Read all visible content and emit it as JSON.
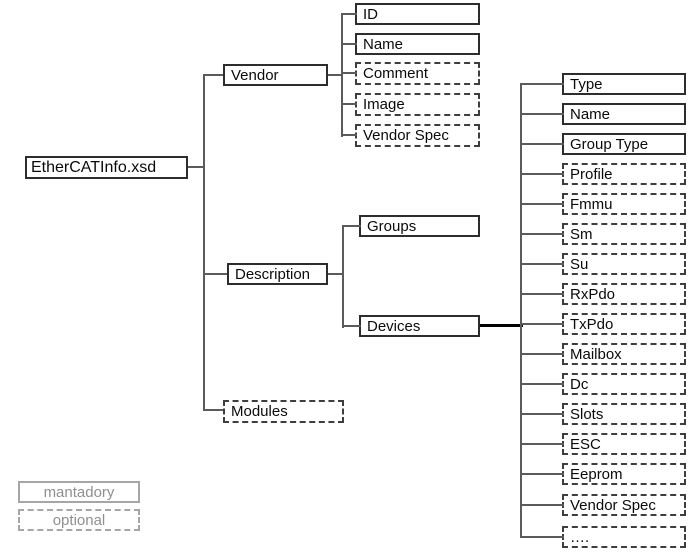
{
  "diagram": {
    "root": {
      "label": "EtherCATInfo.xsd",
      "style": "mandatory"
    },
    "level1": {
      "vendor": {
        "label": "Vendor",
        "style": "mandatory"
      },
      "description": {
        "label": "Description",
        "style": "mandatory"
      },
      "modules": {
        "label": "Modules",
        "style": "optional"
      }
    },
    "vendor_children": [
      {
        "label": "ID",
        "style": "mandatory"
      },
      {
        "label": "Name",
        "style": "mandatory"
      },
      {
        "label": "Comment",
        "style": "optional"
      },
      {
        "label": "Image",
        "style": "optional"
      },
      {
        "label": "Vendor Spec",
        "style": "optional"
      }
    ],
    "description_children": [
      {
        "label": "Groups",
        "style": "mandatory"
      },
      {
        "label": "Devices",
        "style": "mandatory"
      }
    ],
    "devices_children": [
      {
        "label": "Type",
        "style": "mandatory"
      },
      {
        "label": "Name",
        "style": "mandatory"
      },
      {
        "label": "Group Type",
        "style": "mandatory"
      },
      {
        "label": "Profile",
        "style": "optional"
      },
      {
        "label": "Fmmu",
        "style": "optional"
      },
      {
        "label": "Sm",
        "style": "optional"
      },
      {
        "label": "Su",
        "style": "optional"
      },
      {
        "label": "RxPdo",
        "style": "optional"
      },
      {
        "label": "TxPdo",
        "style": "optional"
      },
      {
        "label": "Mailbox",
        "style": "optional"
      },
      {
        "label": "Dc",
        "style": "optional"
      },
      {
        "label": "Slots",
        "style": "optional"
      },
      {
        "label": "ESC",
        "style": "optional"
      },
      {
        "label": "Eeprom",
        "style": "optional"
      },
      {
        "label": "Vendor Spec",
        "style": "optional"
      },
      {
        "label": "….",
        "style": "optional"
      }
    ]
  },
  "legend": {
    "mandatory_label": "mantadory",
    "optional_label": "optional"
  },
  "colors": {
    "background": "#ffffff",
    "box_border": "#2d2d2d",
    "dashed_border": "#3e3e3e",
    "connector_line": "#5b5b5b",
    "devices_trunk": "#000000",
    "legend_gray": "#8f8f8f"
  }
}
